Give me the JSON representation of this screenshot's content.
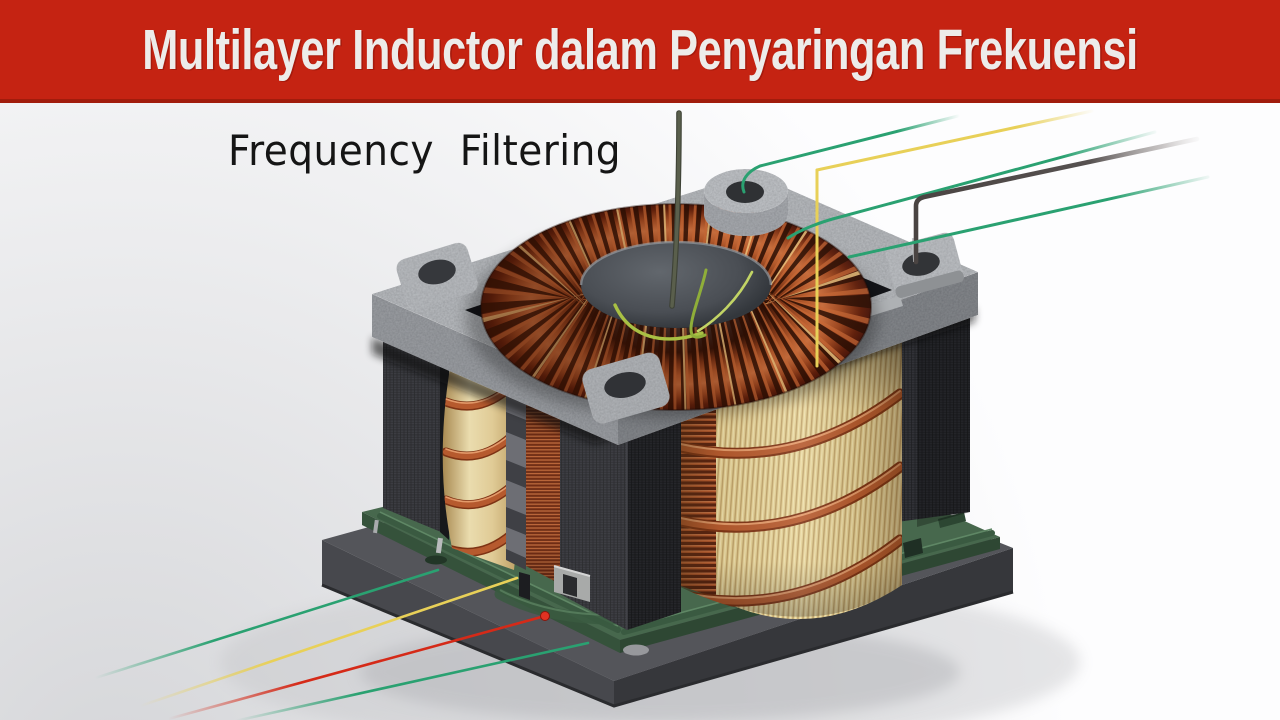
{
  "banner": {
    "title": "Multilayer Inductor dalam Penyaringan Frekuensi",
    "bg_color": "#c52312",
    "border_color": "#a11c0c",
    "text_color": "#edecea"
  },
  "caption": {
    "text": "Frequency  Filtering",
    "color": "#151515"
  },
  "palette": {
    "plate_gray": "#b9bcbf",
    "plate_side": "#9c9fa3",
    "plate_side_dark": "#85888c",
    "core_black": "#292a2e",
    "copper": "#b55a2c",
    "copper_dark": "#2e1006",
    "copper_highlight": "#c96f3e",
    "gold_wire": "#ecc27c",
    "bobbin_cream": "#e3d094",
    "pcb_green": "#47684d",
    "pcb_green_dark": "#35523b",
    "base_gray": "#54555a",
    "base_gray_dark": "#3b3c41",
    "toroid_hole_gray": "#4a4e54",
    "floor_shadow": "#c7c8cb",
    "wire_green": "#2aa171",
    "wire_yellow": "#e8d058",
    "wire_red": "#d52a18",
    "wire_dark": "#4a4442",
    "wire_olive": "#5a5f4c",
    "wire_lime": "#a9c044"
  },
  "wires": {
    "output_side": [
      "green",
      "yellow",
      "green",
      "dark-gray",
      "green"
    ],
    "input_side": [
      "green",
      "yellow",
      "red",
      "green"
    ]
  }
}
